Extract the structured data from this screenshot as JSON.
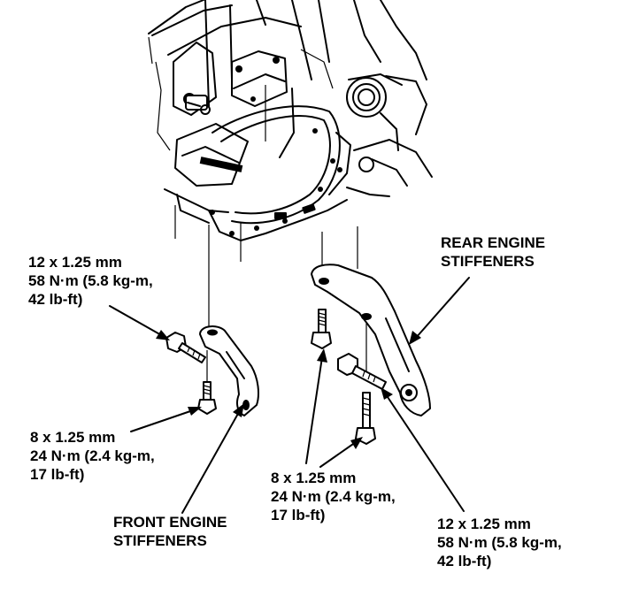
{
  "labels": {
    "front_upper_bolt": {
      "size": "12 x 1.25 mm",
      "torque": "58 N·m (5.8 kg-m,",
      "torque_ftlb": "42 lb-ft)"
    },
    "front_lower_bolt": {
      "size": "8 x 1.25 mm",
      "torque": "24 N·m (2.4 kg-m,",
      "torque_ftlb": "17 lb-ft)"
    },
    "front_stiffeners": {
      "line1": "FRONT ENGINE",
      "line2": "STIFFENERS"
    },
    "rear_stiffeners": {
      "line1": "REAR ENGINE",
      "line2": "STIFFENERS"
    },
    "rear_small_bolts": {
      "size": "8 x 1.25 mm",
      "torque": "24 N·m (2.4 kg-m,",
      "torque_ftlb": "17 lb-ft)"
    },
    "rear_large_bolt": {
      "size": "12 x 1.25 mm",
      "torque": "58 N·m (5.8 kg-m,",
      "torque_ftlb": "42 lb-ft)"
    }
  },
  "colors": {
    "ink": "#000000",
    "paper": "#ffffff"
  }
}
